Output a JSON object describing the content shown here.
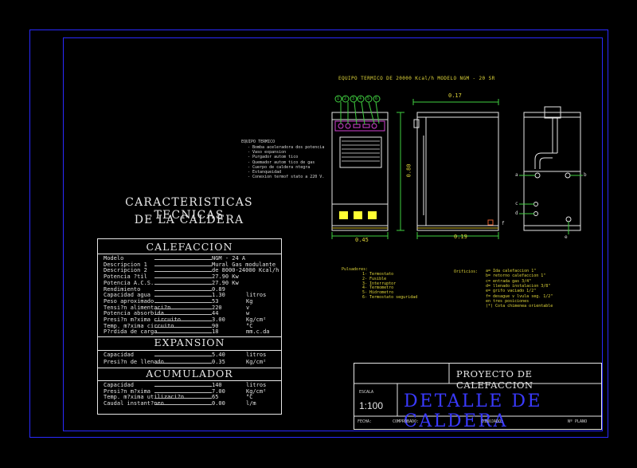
{
  "sheet_title": "EQUIPO TERMICO DE 20000 Kcal/h MODELO NGM - 20 SR",
  "main_title": {
    "line1": "CARACTERISTICAS TECNICAS",
    "line2": "DE LA CALDERA"
  },
  "specs": {
    "calefaccion": {
      "heading": "CALEFACCION",
      "rows": [
        {
          "label": "Modelo",
          "value": "NGM - 24 A",
          "unit": ""
        },
        {
          "label": "Descripcion 1",
          "value": "Mural Gas modulante",
          "unit": ""
        },
        {
          "label": "Descripcion 2",
          "value": "de 8000-24000 Kcal/h",
          "unit": ""
        },
        {
          "label": "Potencia ?til",
          "value": "27.90 Kw",
          "unit": ""
        },
        {
          "label": "Potencia A.C.S.",
          "value": "27.90 Kw",
          "unit": ""
        },
        {
          "label": "Rendimiento",
          "value": "0.89",
          "unit": ""
        },
        {
          "label": "Capacidad agua",
          "value": "1.30",
          "unit": "litros"
        },
        {
          "label": "Peso aproximado",
          "value": "53",
          "unit": "Kg"
        },
        {
          "label": "Tensi?n alimentaci?n",
          "value": "220",
          "unit": "v"
        },
        {
          "label": "Potencia absorbida",
          "value": "44",
          "unit": "w"
        },
        {
          "label": "Presi?n m?xima circuito",
          "value": "3.00",
          "unit": "Kg/cm²"
        },
        {
          "label": "Temp. m?xima circuito",
          "value": "90",
          "unit": "°C"
        },
        {
          "label": "P?rdida de carga",
          "value": "18",
          "unit": "mm.c.da"
        }
      ]
    },
    "expansion": {
      "heading": "EXPANSION",
      "rows": [
        {
          "label": "Capacidad",
          "value": "5.40",
          "unit": "litros"
        },
        {
          "label": "Presi?n de llenado",
          "value": "0.35",
          "unit": "Kg/cm²"
        }
      ]
    },
    "acumulador": {
      "heading": "ACUMULADOR",
      "rows": [
        {
          "label": "Capacidad",
          "value": "140",
          "unit": "litros"
        },
        {
          "label": "Presi?n m?xima",
          "value": "7.00",
          "unit": "Kg/cm²"
        },
        {
          "label": "Temp. m?xima utilizaci?n",
          "value": "65",
          "unit": "°C"
        },
        {
          "label": "Caudal instant?neo",
          "value": "0.00",
          "unit": "l/m"
        }
      ]
    }
  },
  "equipo_termico": {
    "heading": "EQUIPO TERMICO",
    "items": [
      "- Bomba aceleradora dos potencia",
      "- Vaso expansion",
      "- Purgador autom tico",
      "- Quemador autom tico de gas",
      "- Cuerpo de caldera ntegra",
      "- Estanqueidad",
      "- Conexion termof stato a 220 V."
    ]
  },
  "pulsadores": {
    "heading": "Pulsadores:",
    "items": [
      "1- Termostato",
      "2- Fusible",
      "3- Interruptor",
      "4- Termometro",
      "5- Hidrometro",
      "6- Termostato seguridad"
    ]
  },
  "orificios": {
    "heading": "Orificios:",
    "items": [
      "a= Ida calefaccion 1\"",
      "b= retorno calefaccion 1\"",
      "c= entrada gas 3/4\"",
      "d= llenado instalacion 3/8\"",
      "e= grifo vaciado 1/2\"",
      "f= desague v lvula seg. 1/2\"",
      "en tres posiciones",
      "(*) Cota chimenea orientable"
    ]
  },
  "dimensions": {
    "width_top": "0.17",
    "height": "0.80",
    "bottom_front": "0.45",
    "bottom_side": "0.19"
  },
  "front_labels": [
    "1",
    "2",
    "3",
    "4",
    "5",
    "6"
  ],
  "side_labels": [
    "f"
  ],
  "rear_labels": [
    "a",
    "b",
    "c",
    "d",
    "e",
    "b"
  ],
  "title_block": {
    "project": "PROYECTO DE CALEFACCION",
    "escala_label": "ESCALA",
    "escala_value": "1:100",
    "drawing_title": "DETALLE DE CALDERA",
    "fecha_label": "FECHA:",
    "comprobado_label": "COMPROBADO:",
    "dibujado_label": "DIBUJADO:",
    "plano_label": "Nº PLANO"
  }
}
